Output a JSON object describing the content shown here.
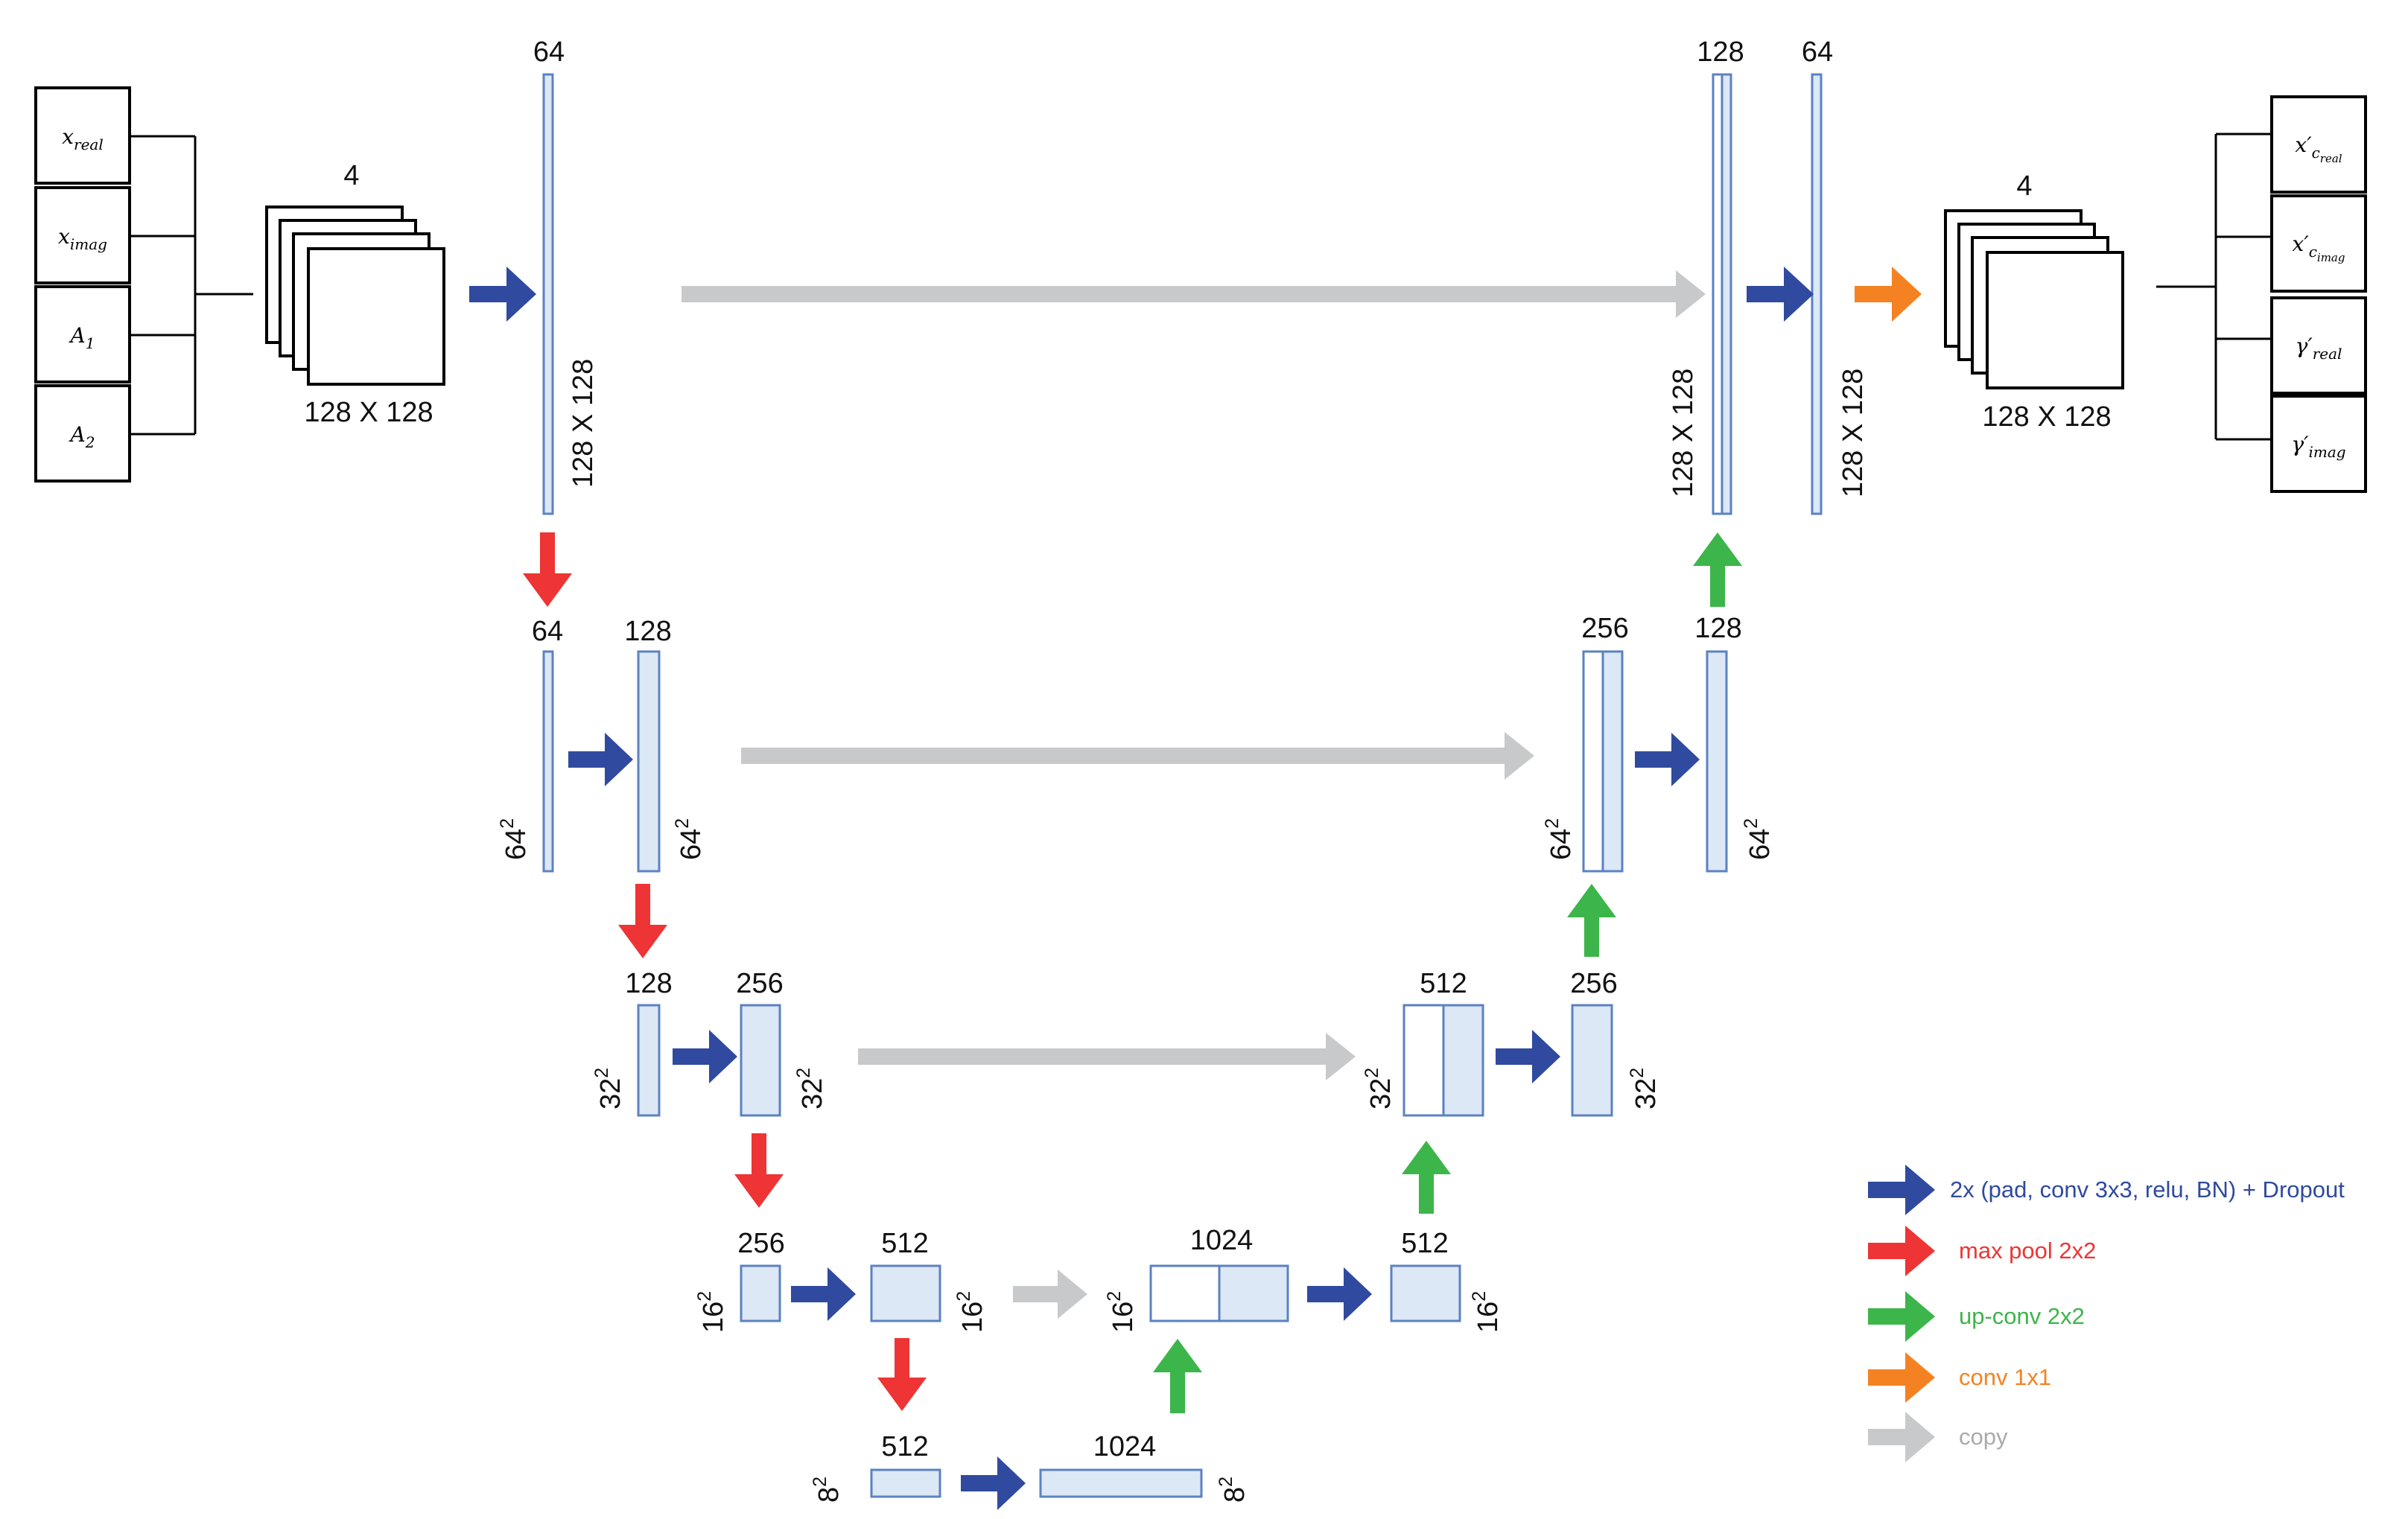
{
  "colors": {
    "conv_arrow": "#2f4a9e",
    "pool_arrow": "#ee3434",
    "upconv_arrow": "#3cb54a",
    "conv1x1_arrow": "#f58222",
    "copy_arrow": "#c7c9cb",
    "feature_fill": "#dce8f6",
    "feature_stroke": "#5b82c2"
  },
  "inputs": [
    {
      "base": "x",
      "sub": "real",
      "prime": ""
    },
    {
      "base": "x",
      "sub": "imag",
      "prime": ""
    },
    {
      "base": "A",
      "sub": "1",
      "prime": ""
    },
    {
      "base": "A",
      "sub": "2",
      "prime": ""
    }
  ],
  "outputs": [
    {
      "base": "x",
      "sub": "c",
      "subsub": "real",
      "prime": "′"
    },
    {
      "base": "x",
      "sub": "c",
      "subsub": "imag",
      "prime": "′"
    },
    {
      "base": "γ",
      "sub": "real",
      "subsub": "",
      "prime": "′"
    },
    {
      "base": "γ",
      "sub": "imag",
      "subsub": "",
      "prime": "′"
    }
  ],
  "input_stack": {
    "channels": "4",
    "size": "128 X 128"
  },
  "output_stack": {
    "channels": "4",
    "size": "128 X 128"
  },
  "labels": {
    "l1_enc_ch": "64",
    "l1_enc_size": "128 X 128",
    "l1_dec_concat_ch": "128",
    "l1_dec_concat_size": "128 X 128",
    "l1_dec_ch": "64",
    "l1_dec_size": "128 X 128",
    "l2_pool_ch": "64",
    "l2_pool_size": "64",
    "l2_conv_ch": "128",
    "l2_conv_size": "64",
    "l2_dec_concat_ch": "256",
    "l2_dec_concat_size": "64",
    "l2_dec_ch": "128",
    "l2_dec_size": "64",
    "l3_pool_ch": "128",
    "l3_pool_size": "32",
    "l3_conv_ch": "256",
    "l3_conv_size": "32",
    "l3_dec_concat_ch": "512",
    "l3_dec_concat_size": "32",
    "l3_dec_ch": "256",
    "l3_dec_size": "32",
    "l4_pool_ch": "256",
    "l4_pool_size": "16",
    "l4_conv_ch": "512",
    "l4_conv_size": "16",
    "l4_dec_concat_ch": "1024",
    "l4_dec_concat_size": "16",
    "l4_dec_ch": "512",
    "l4_dec_size": "16",
    "l5_pool_ch": "512",
    "l5_pool_size": "8",
    "l5_conv_ch": "1024",
    "l5_conv_size": "8",
    "squared": "2"
  },
  "legend": [
    {
      "text": "2x  (pad, conv 3x3, relu, BN) + Dropout",
      "color": "#2f4a9e",
      "icon": "blue-arrow-icon"
    },
    {
      "text": "max pool 2x2",
      "color": "#ee3434",
      "icon": "red-arrow-icon"
    },
    {
      "text": "up-conv 2x2",
      "color": "#3cb54a",
      "icon": "green-arrow-icon"
    },
    {
      "text": "conv 1x1",
      "color": "#f58222",
      "icon": "orange-arrow-icon"
    },
    {
      "text": "copy",
      "color": "#a8aaad",
      "icon": "gray-arrow-icon"
    }
  ]
}
